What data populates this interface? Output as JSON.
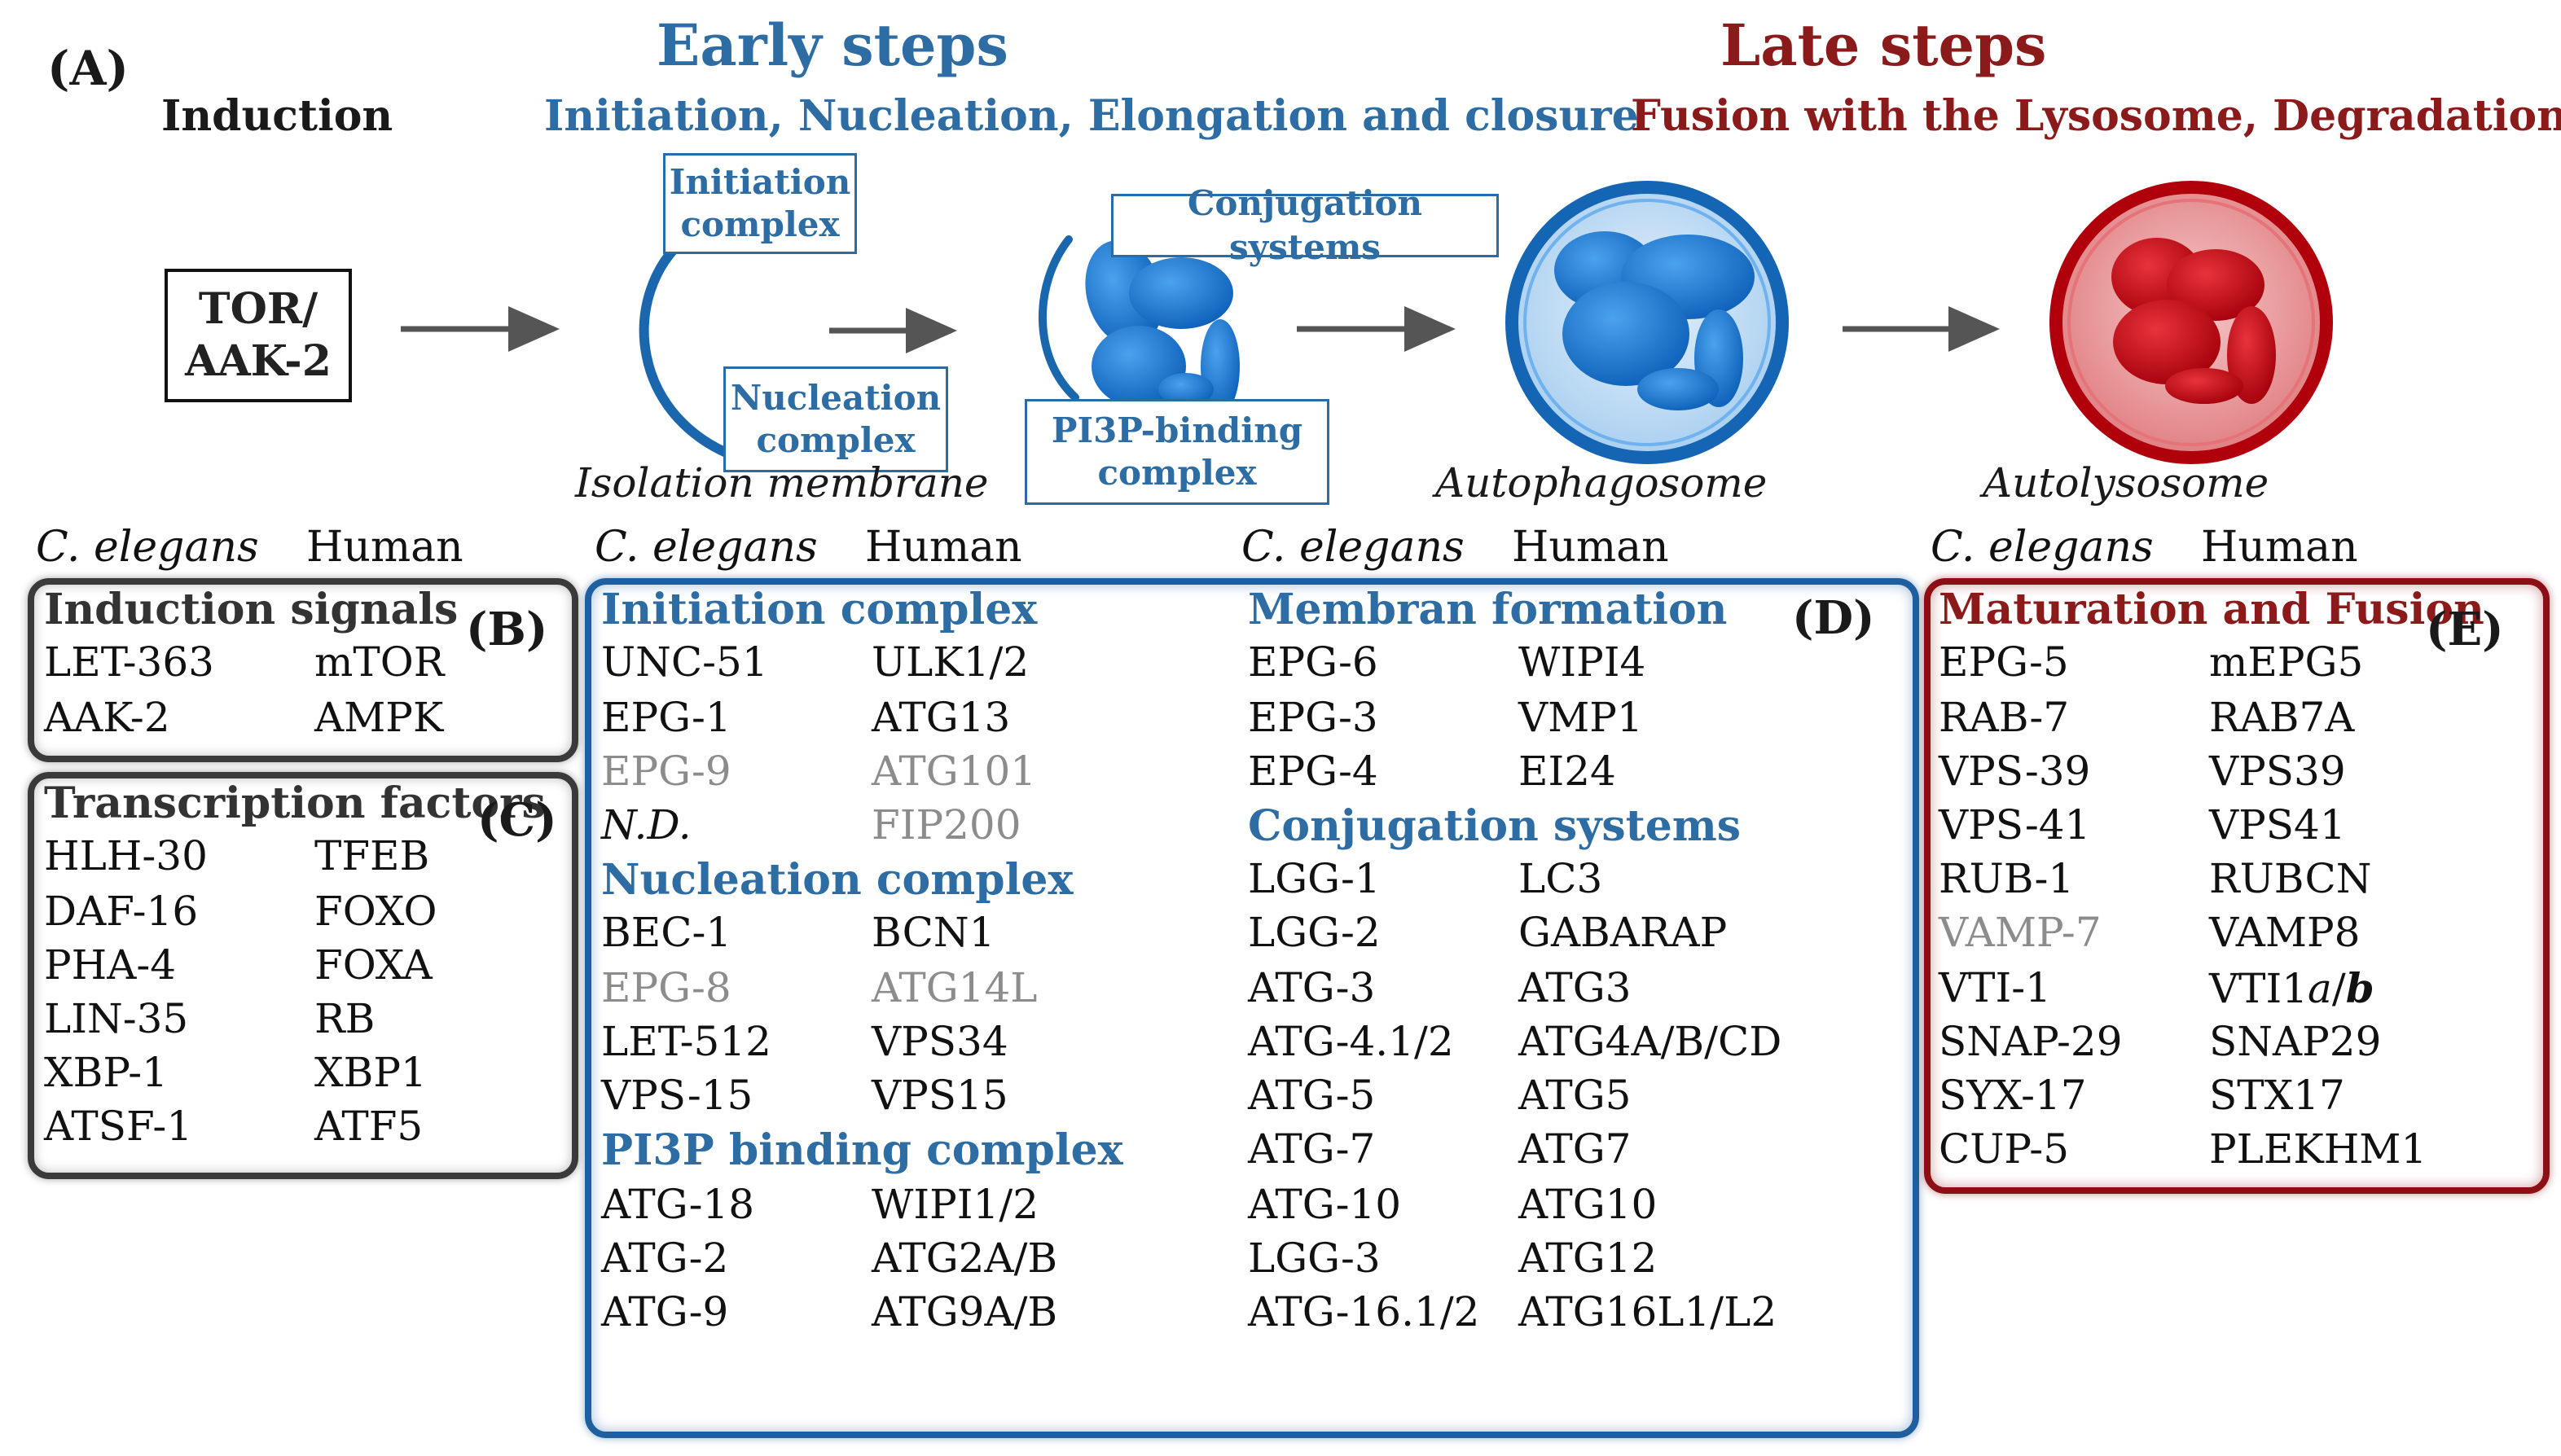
{
  "panel_labels": {
    "a": "(A)",
    "b": "(B)",
    "c": "(C)",
    "d": "(D)",
    "e": "(E)"
  },
  "top": {
    "induction": "Induction",
    "early_title": "Early steps",
    "early_sub": "Initiation, Nucleation, Elongation and closure",
    "late_title": "Late steps",
    "late_sub": "Fusion with the Lysosome,  Degradation",
    "tor_box": [
      "TOR/",
      "AAK-2"
    ],
    "initiation_label": [
      "Initiation",
      "complex"
    ],
    "nucleation_label": [
      "Nucleation",
      "complex"
    ],
    "conjugation_label": "Conjugation systems",
    "pi3p_label": [
      "PI3P-binding",
      "complex"
    ],
    "isolation_membrane": "Isolation membrane",
    "autophagosome": "Autophagosome",
    "autolysosome": "Autolysosome"
  },
  "column_headers": {
    "celegans": "C. elegans",
    "human": "Human"
  },
  "panel_b": {
    "title": "Induction signals",
    "rows": [
      [
        "LET-363",
        "mTOR"
      ],
      [
        "AAK-2",
        "AMPK"
      ]
    ]
  },
  "panel_c": {
    "title": "Transcription factors",
    "rows": [
      [
        "HLH-30",
        "TFEB"
      ],
      [
        "DAF-16",
        "FOXO"
      ],
      [
        "PHA-4",
        "FOXA"
      ],
      [
        "LIN-35",
        "RB"
      ],
      [
        "XBP-1",
        "XBP1"
      ],
      [
        "ATSF-1",
        "ATF5"
      ]
    ]
  },
  "panel_d_left": {
    "initiation_title": "Initiation complex",
    "initiation_rows": [
      [
        "UNC-51",
        "ULK1/2"
      ],
      [
        "EPG-1",
        "ATG13"
      ],
      [
        "EPG-9",
        "ATG101"
      ],
      [
        "N.D.",
        "FIP200"
      ]
    ],
    "nucleation_title": "Nucleation complex",
    "nucleation_rows": [
      [
        "BEC-1",
        "BCN1"
      ],
      [
        "EPG-8",
        "ATG14L"
      ],
      [
        "LET-512",
        "VPS34"
      ],
      [
        "VPS-15",
        "VPS15"
      ]
    ],
    "pi3p_title": "PI3P binding complex",
    "pi3p_rows": [
      [
        "ATG-18",
        "WIPI1/2"
      ],
      [
        "ATG-2",
        "ATG2A/B"
      ],
      [
        "ATG-9",
        "ATG9A/B"
      ]
    ]
  },
  "panel_d_right": {
    "membrane_title": "Membran formation",
    "membrane_rows": [
      [
        "EPG-6",
        "WIPI4"
      ],
      [
        "EPG-3",
        "VMP1"
      ],
      [
        "EPG-4",
        "EI24"
      ]
    ],
    "conjugation_title": "Conjugation systems",
    "conjugation_rows": [
      [
        "LGG-1",
        "LC3"
      ],
      [
        "LGG-2",
        "GABARAP"
      ],
      [
        "ATG-3",
        "ATG3"
      ],
      [
        "ATG-4.1/2",
        "ATG4A/B/CD"
      ],
      [
        "ATG-5",
        "ATG5"
      ],
      [
        "ATG-7",
        "ATG7"
      ],
      [
        "ATG-10",
        "ATG10"
      ],
      [
        "LGG-3",
        "ATG12"
      ],
      [
        "ATG-16.1/2",
        "ATG16L1/L2"
      ]
    ]
  },
  "panel_e": {
    "title": "Maturation and Fusion",
    "rows": [
      [
        "EPG-5",
        "mEPG5"
      ],
      [
        "RAB-7",
        "RAB7A"
      ],
      [
        "VPS-39",
        "VPS39"
      ],
      [
        "VPS-41",
        "VPS41"
      ],
      [
        "RUB-1",
        "RUBCN"
      ],
      [
        "VAMP-7",
        "VAMP8"
      ],
      [
        "VTI-1",
        "VTI1"
      ],
      [
        "SNAP-29",
        "SNAP29"
      ],
      [
        "SYX-17",
        "STX17"
      ],
      [
        "CUP-5",
        "PLEKHM1"
      ]
    ],
    "vti_suffix_a": "a",
    "vti_slash": "/",
    "vti_suffix_b": "b"
  },
  "colors": {
    "blue": "#2e6da4",
    "red": "#8b1a1a",
    "gray": "#8c8c8c",
    "organelle_blue": "#1f7fd6",
    "organelle_red": "#c8000f"
  }
}
